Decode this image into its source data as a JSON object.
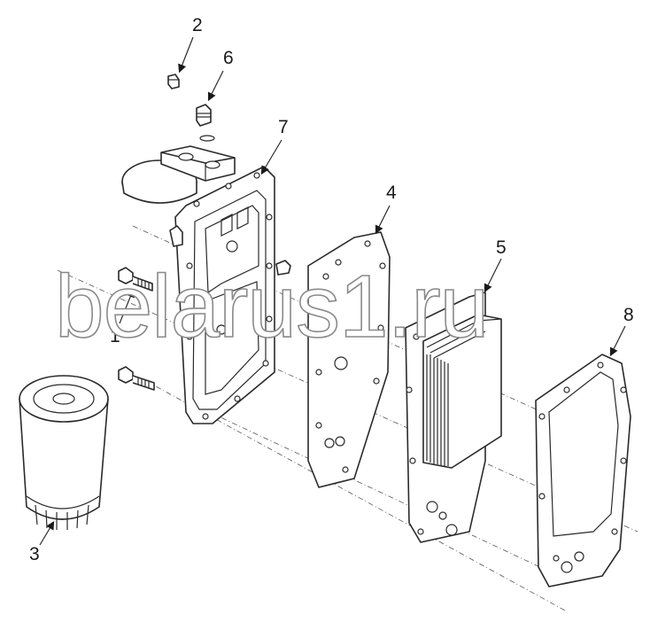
{
  "callouts": [
    {
      "id": "1",
      "label": "1"
    },
    {
      "id": "2",
      "label": "2"
    },
    {
      "id": "3",
      "label": "3"
    },
    {
      "id": "4",
      "label": "4"
    },
    {
      "id": "5",
      "label": "5"
    },
    {
      "id": "6",
      "label": "6"
    },
    {
      "id": "7",
      "label": "7"
    },
    {
      "id": "8",
      "label": "8"
    }
  ],
  "watermark": "belarus1.ru",
  "colors": {
    "line": "#2a2a2a",
    "watermark_outline": "#8a8a8a",
    "background": "#ffffff"
  }
}
